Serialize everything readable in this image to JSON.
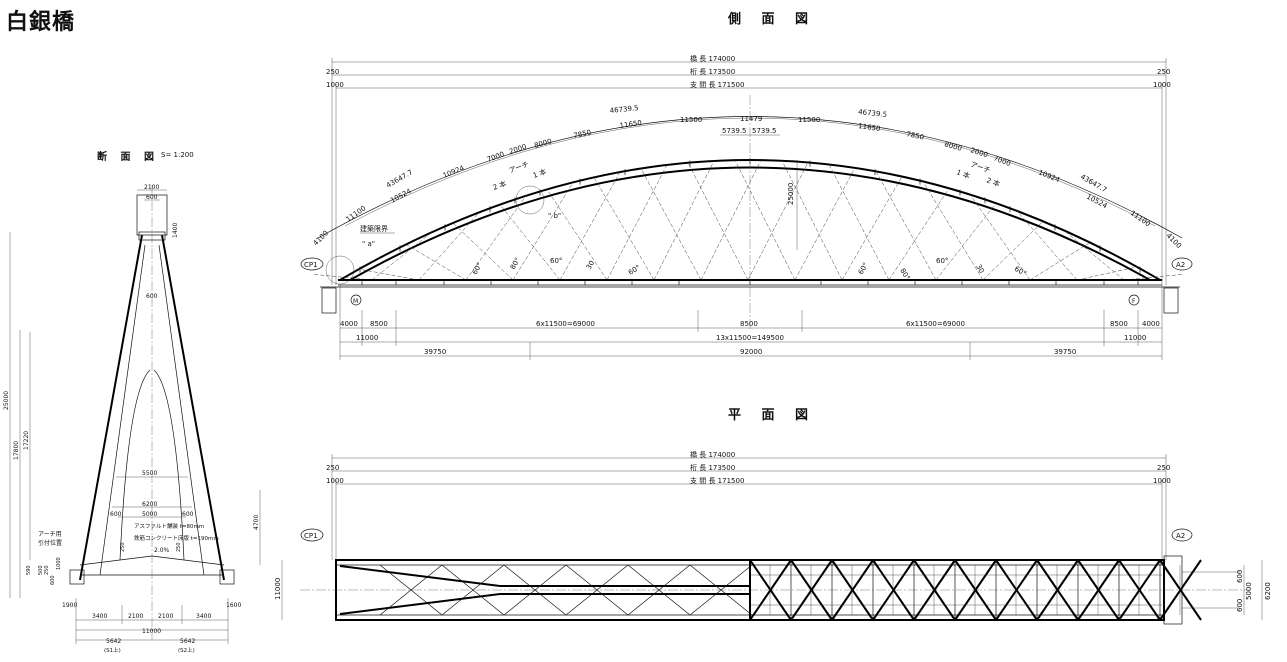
{
  "title": "白銀橋",
  "side_view": {
    "title": "側 面 図",
    "bridge_length_label": "橋 長 174000",
    "girder_length_label": "桁 長 173500",
    "span_length_label": "支 間 長 171500",
    "end_gap": "250",
    "end_offset": "1000",
    "arch_segments_left": [
      "4100",
      "11100",
      "10524",
      "10924",
      "7000",
      "2000",
      "8000",
      "7850",
      "11650",
      "11500",
      "11479"
    ],
    "arch_segments_right": [
      "11500",
      "11650",
      "7850",
      "8000",
      "2000",
      "7000",
      "10924",
      "10524",
      "11100",
      "4100"
    ],
    "arch_chord_left": "43647.7",
    "arch_chord_upper_left": "46739.5",
    "arch_chord_upper_right": "46739.5",
    "arch_chord_right": "43647.7",
    "crown_half_left": "5739.5",
    "crown_half_right": "5739.5",
    "rise": "25000",
    "label_arch_left_1": "アーチ",
    "label_arch_left_2": "2 本",
    "label_arch_left_3": "1 本",
    "label_arch_right_1": "アーチ",
    "label_arch_right_2": "1 本",
    "label_arch_right_3": "2 本",
    "detail_a": "\" a\"",
    "detail_b": "\" b\"",
    "clearance_label": "建築限界",
    "cable_angle": "60°",
    "cable_angle_b": "80°",
    "cable_angle_c": "30",
    "support_left": "CP1",
    "support_right": "A2",
    "bearing_left": "M",
    "bearing_right": "F",
    "bottom_dims_row1": [
      "4000",
      "8500",
      "6x11500=69000",
      "8500",
      "6x11500=69000",
      "8500",
      "4000"
    ],
    "bottom_dims_row2": [
      "11000",
      "13x11500=149500",
      "11000"
    ],
    "bottom_dims_row3": [
      "39750",
      "92000",
      "39750"
    ]
  },
  "plan_view": {
    "title": "平 面 図",
    "bridge_length_label": "橋 長 174000",
    "girder_length_label": "桁 長 173500",
    "span_length_label": "支 間 長 171500",
    "end_gap": "250",
    "end_offset": "1000",
    "width": "11000",
    "support_left": "CP1",
    "support_right": "A2",
    "right_dims": [
      "600",
      "5000",
      "600",
      "6200"
    ]
  },
  "section_view": {
    "title": "断 面 図",
    "scale": "S= 1:200",
    "top_width": "2100",
    "top_inner": "600",
    "top_depth": "1400",
    "inner_width": "600",
    "total_height": "25000",
    "height_a": "17800",
    "height_b": "17220",
    "deck_width_outer": "5500",
    "deck_width_6200": "6200",
    "deck_width_5000": "5000",
    "deck_side": "600",
    "asphalt": "アスファルト舗装 t=80mm",
    "concrete": "鉄筋コンクリート床版 t=190mm",
    "slope": "2.0%",
    "dim_250": "250",
    "dim_4700": "4700",
    "arch_pos_label_1": "アーチ用",
    "arch_pos_label_2": "引付位置",
    "dim_500": "500",
    "dim_590": "590",
    "dim_250b": "250",
    "dim_600": "600",
    "dim_1000": "1000",
    "bottom_row1": [
      "3400",
      "2100",
      "2100",
      "3400"
    ],
    "bottom_row2": [
      "11000"
    ],
    "bottom_row3": [
      "5642",
      "5642"
    ],
    "bottom_row4": [
      "(S1上)",
      "(S2上)"
    ],
    "side_1900": "1900",
    "side_1600": "1600"
  }
}
